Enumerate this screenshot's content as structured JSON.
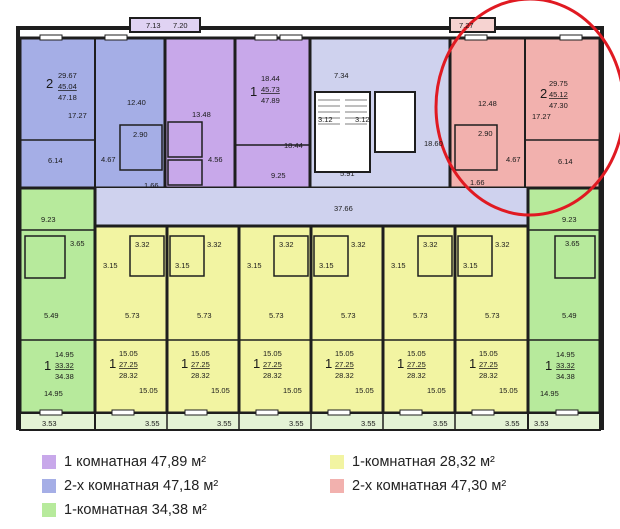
{
  "colors": {
    "purple": "#c8a8ea",
    "blue": "#a5aee6",
    "yellow": "#f2f4a2",
    "green": "#b7ea9c",
    "pink": "#f2b1ae",
    "common": "#cfd2ee",
    "wall": "#1e1e1e",
    "highlight": "#e01a22"
  },
  "plan": {
    "top_left_dim_a": "7.13",
    "top_left_dim_b": "7.20",
    "top_right_dim": "7.27",
    "hall_stair_a": "7.34",
    "hall_stair_b": "3.12",
    "hall_stair_c": "3.12",
    "hall_stair_d": "5.91",
    "hall_right": "18.60",
    "corridor": "37.66",
    "blue_apt": {
      "rooms": "2",
      "living": "29.67",
      "total": "45.04",
      "gross": "47.18",
      "r1": "12.40",
      "r2": "17.27",
      "r3": "2.90",
      "r4": "4.67",
      "r5": "6.14",
      "r6": "1.66"
    },
    "purple_apt_1": {
      "r1": "13.48",
      "r2": "4.56"
    },
    "purple_apt_2": {
      "rooms": "1",
      "living": "18.44",
      "total": "45.73",
      "gross": "47.89",
      "r1": "18.44",
      "r2": "9.25"
    },
    "pink_apt": {
      "rooms": "2",
      "living": "29.75",
      "total": "45.12",
      "gross": "47.30",
      "r1": "12.48",
      "r2": "17.27",
      "r3": "2.90",
      "r4": "4.67",
      "r5": "6.14",
      "r6": "1.66"
    },
    "green_apt": {
      "rooms": "1",
      "living": "14.95",
      "total": "33.32",
      "gross": "34.38",
      "r1": "9.23",
      "r2": "3.65",
      "r3": "5.49",
      "r4": "14.95",
      "balcony": "3.53"
    },
    "yellow_apt": {
      "rooms": "1",
      "living": "15.05",
      "total": "27.25",
      "gross": "28.32",
      "r1": "3.32",
      "r2": "3.15",
      "r3": "5.73",
      "r4": "15.05",
      "balcony": "3.55"
    }
  },
  "legend": [
    {
      "color": "#c8a8ea",
      "text": "1 комнатная 47,89 м²"
    },
    {
      "color": "#f2f4a2",
      "text": "1-комнатная 28,32 м²"
    },
    {
      "color": "#a5aee6",
      "text": "2-х комнатная 47,18 м²"
    },
    {
      "color": "#f2b1ae",
      "text": "2-х комнатная 47,30 м²"
    },
    {
      "color": "#b7ea9c",
      "text": "1-комнатная 34,38 м²"
    }
  ]
}
